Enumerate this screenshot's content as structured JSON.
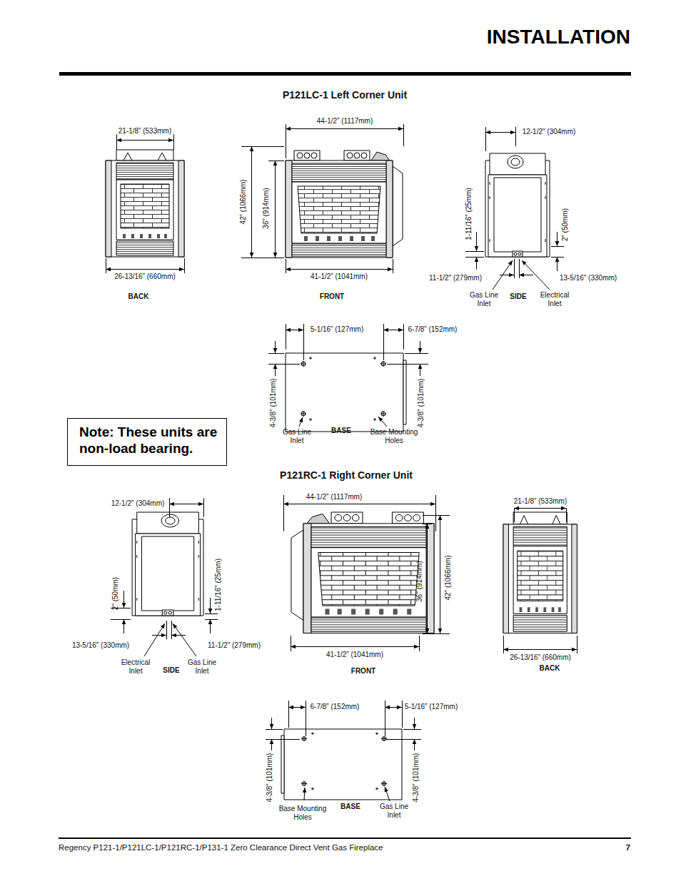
{
  "diagram": {
    "title": "INSTALLATION",
    "nodes": [
      {
        "text": [
          "Note: These units are non-load bearing."
        ]
      }
    ],
    "labels": [
      "P121LC-1 Left Corner Unit",
      "21-1/8” (533mm)",
      "26-13/16” (660mm)",
      "BACK",
      "44-1/2” (1117mm)",
      "42” (1066mm)",
      "36” (914mm)",
      "41-1/2” (1041mm)",
      "FRONT",
      "12-1/2\" (304mm)",
      "1-11/16” (25mm)",
      "2” (50mm)",
      "11-1/2\" (279mm)",
      "13-5/16\" (330mm)",
      "Gas Line Inlet",
      "SIDE",
      "Electrical Inlet",
      "5-1/16” (127mm)",
      "6-7/8” (152mm)",
      "4-3/8” (101mm)",
      "4-3/8” (101mm)",
      "Gas Line Inlet",
      "BASE",
      "Base Mounting Holes",
      "P121RC-1 Right Corner Unit",
      "12-1/2\" (304mm)",
      "2\" (50mm)",
      "1-11/16\" (25mm)",
      "13-5/16\" (330mm)",
      "11-1/2\" (279mm)",
      "Electrical Inlet",
      "SIDE",
      "Gas Line Inlet",
      "44-1/2” (1117mm)",
      "36\" (914mm)",
      "42\" (1066mm)",
      "41-1/2” (1041mm)",
      "FRONT",
      "21-1/8” (533mm)",
      "26-13/16” (660mm)",
      "BACK",
      "6-7/8” (152mm)",
      "5-1/16” (127mm)",
      "4-3/8” (101mm)",
      "4-3/8” (101mm)",
      "Base Mounting Holes",
      "BASE",
      "Gas Line Inlet",
      "Regency P121-1/P121LC-1/P121RC-1/P131-1 Zero Clearance Direct Vent Gas Fireplace",
      "7"
    ]
  }
}
